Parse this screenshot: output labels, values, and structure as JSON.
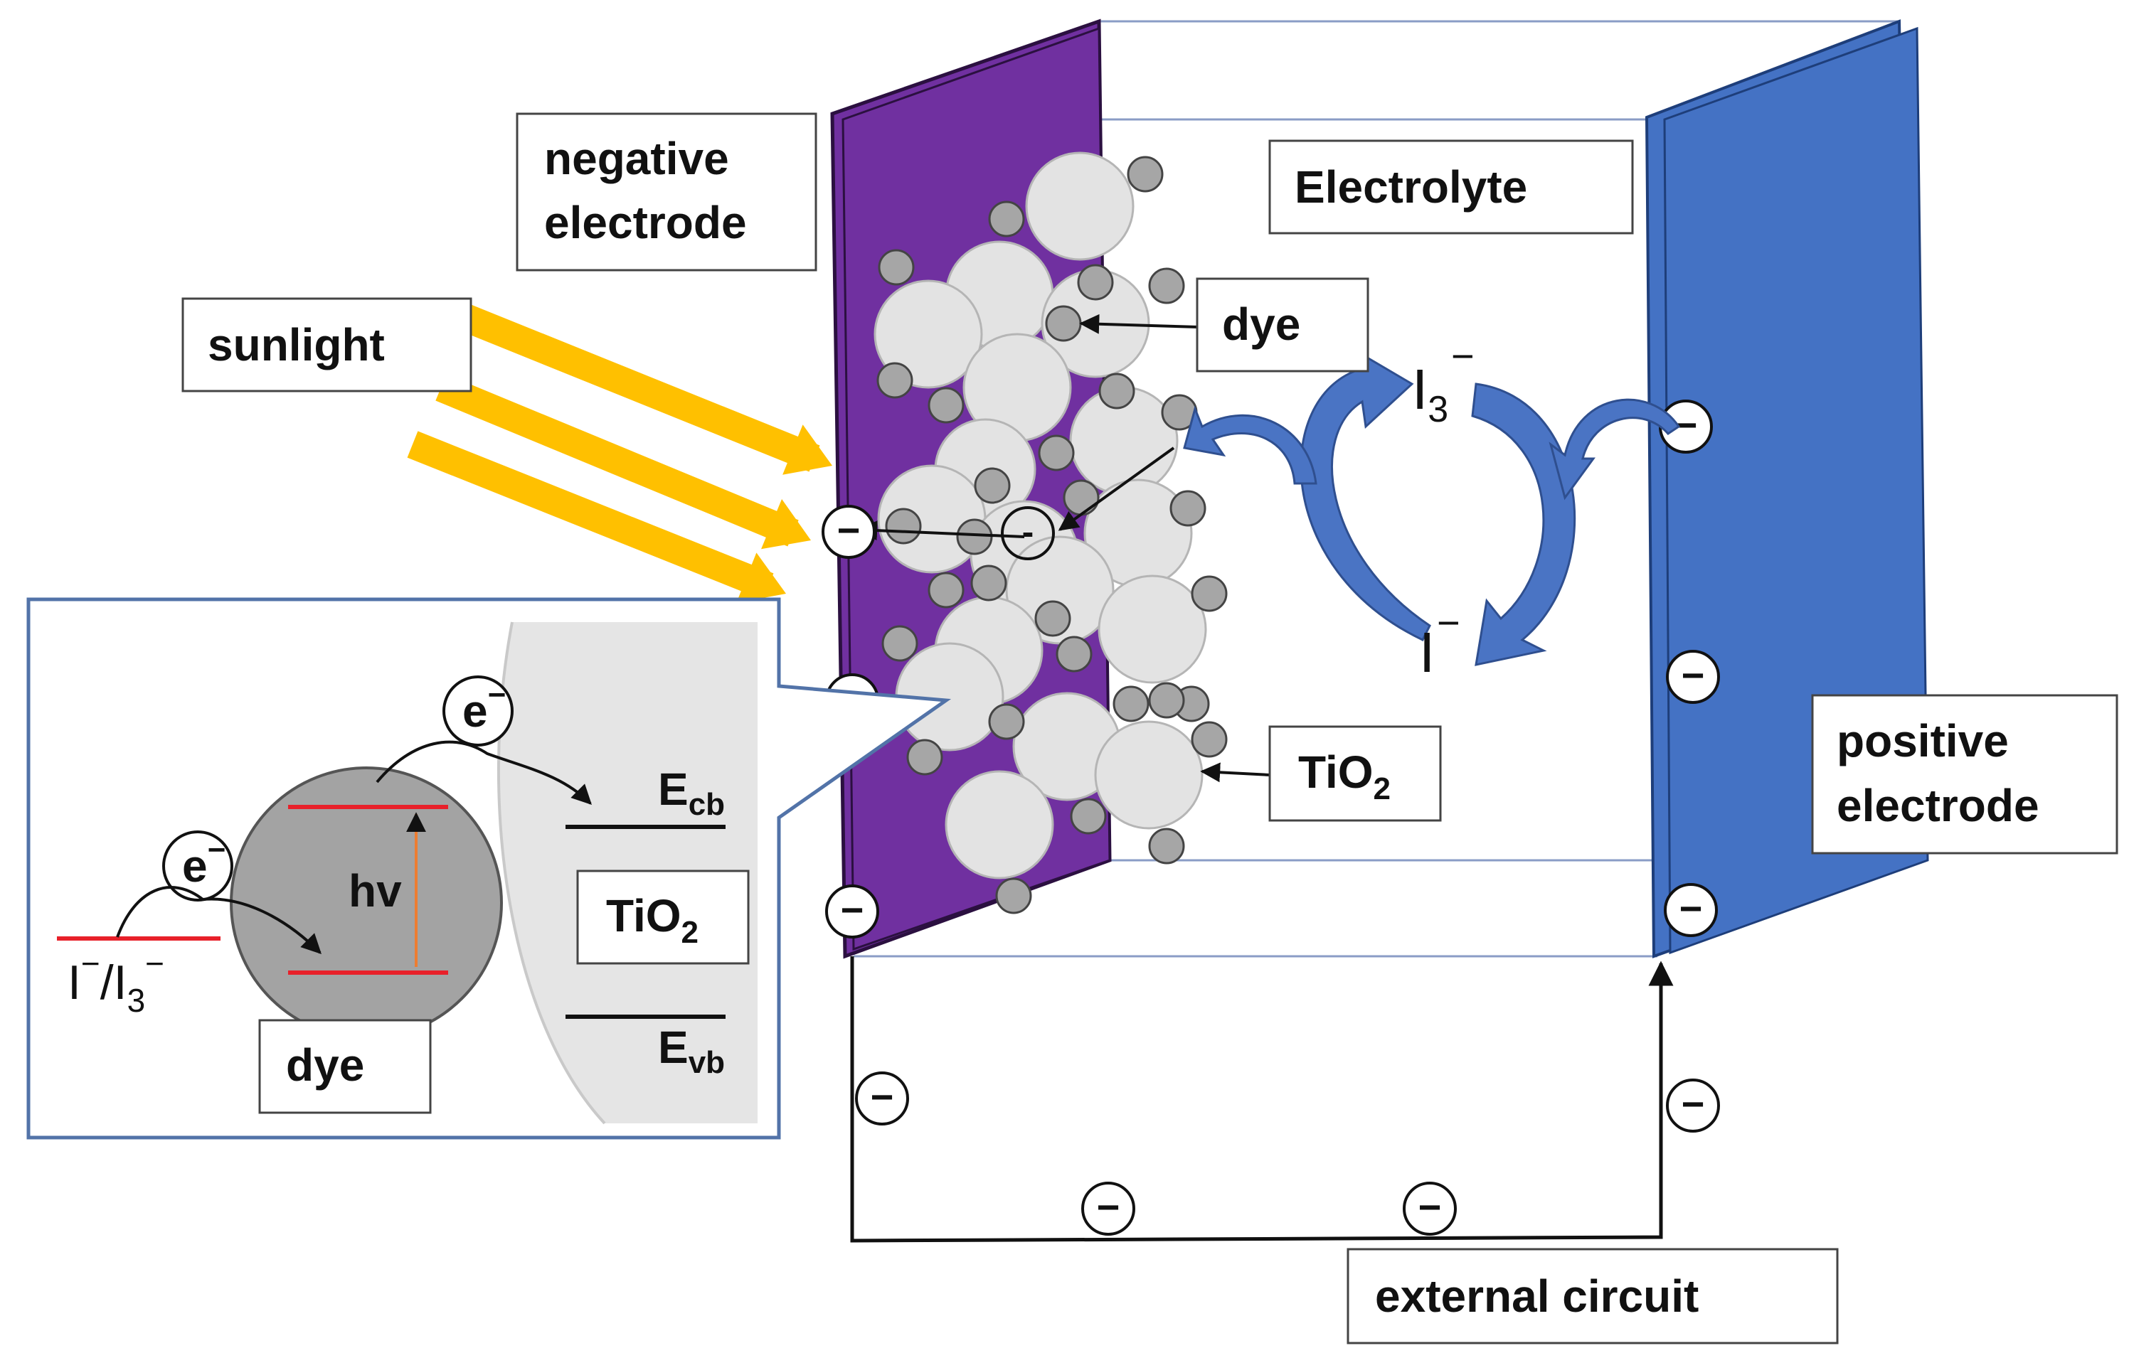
{
  "labels": {
    "negative_electrode_line1": "negative",
    "negative_electrode_line2": "electrode",
    "electrolyte": "Electrolyte",
    "sunlight": "sunlight",
    "dye": "dye",
    "tio2": "TiO",
    "tio2_sub": "2",
    "positive_electrode_line1": "positive",
    "positive_electrode_line2": "electrode",
    "external_circuit": "external circuit",
    "i3_main": "I",
    "i3_sub": "3",
    "i3_sup": "−",
    "i_main": "I",
    "i_sup": "−",
    "electron_minus": "−",
    "inset_dye_electron": "-",
    "inset": {
      "electron_label": "e",
      "electron_sup": "−",
      "hv": "hv",
      "dye": "dye",
      "tio2": "TiO",
      "tio2_sub": "2",
      "ecb": "E",
      "ecb_sub": "cb",
      "evb": "E",
      "evb_sub": "vb",
      "redox_i": "I",
      "redox_i_sup": "−",
      "redox_slash": "/I",
      "redox_i3_sub": "3",
      "redox_i3_sup": "−"
    }
  },
  "colors": {
    "negative_electrode": "#7030a0",
    "positive_electrode": "#4472c4",
    "sunlight": "#ffc000",
    "cycle_arrows": "#4a74c4",
    "particle_large": "#e3e3e3",
    "particle_small": "#a6a6a6",
    "inset_border": "#5273a8",
    "inset_dye": "#a3a3a3",
    "energy_level": "#e8202a",
    "hv_arrow": "#ed7d31"
  }
}
